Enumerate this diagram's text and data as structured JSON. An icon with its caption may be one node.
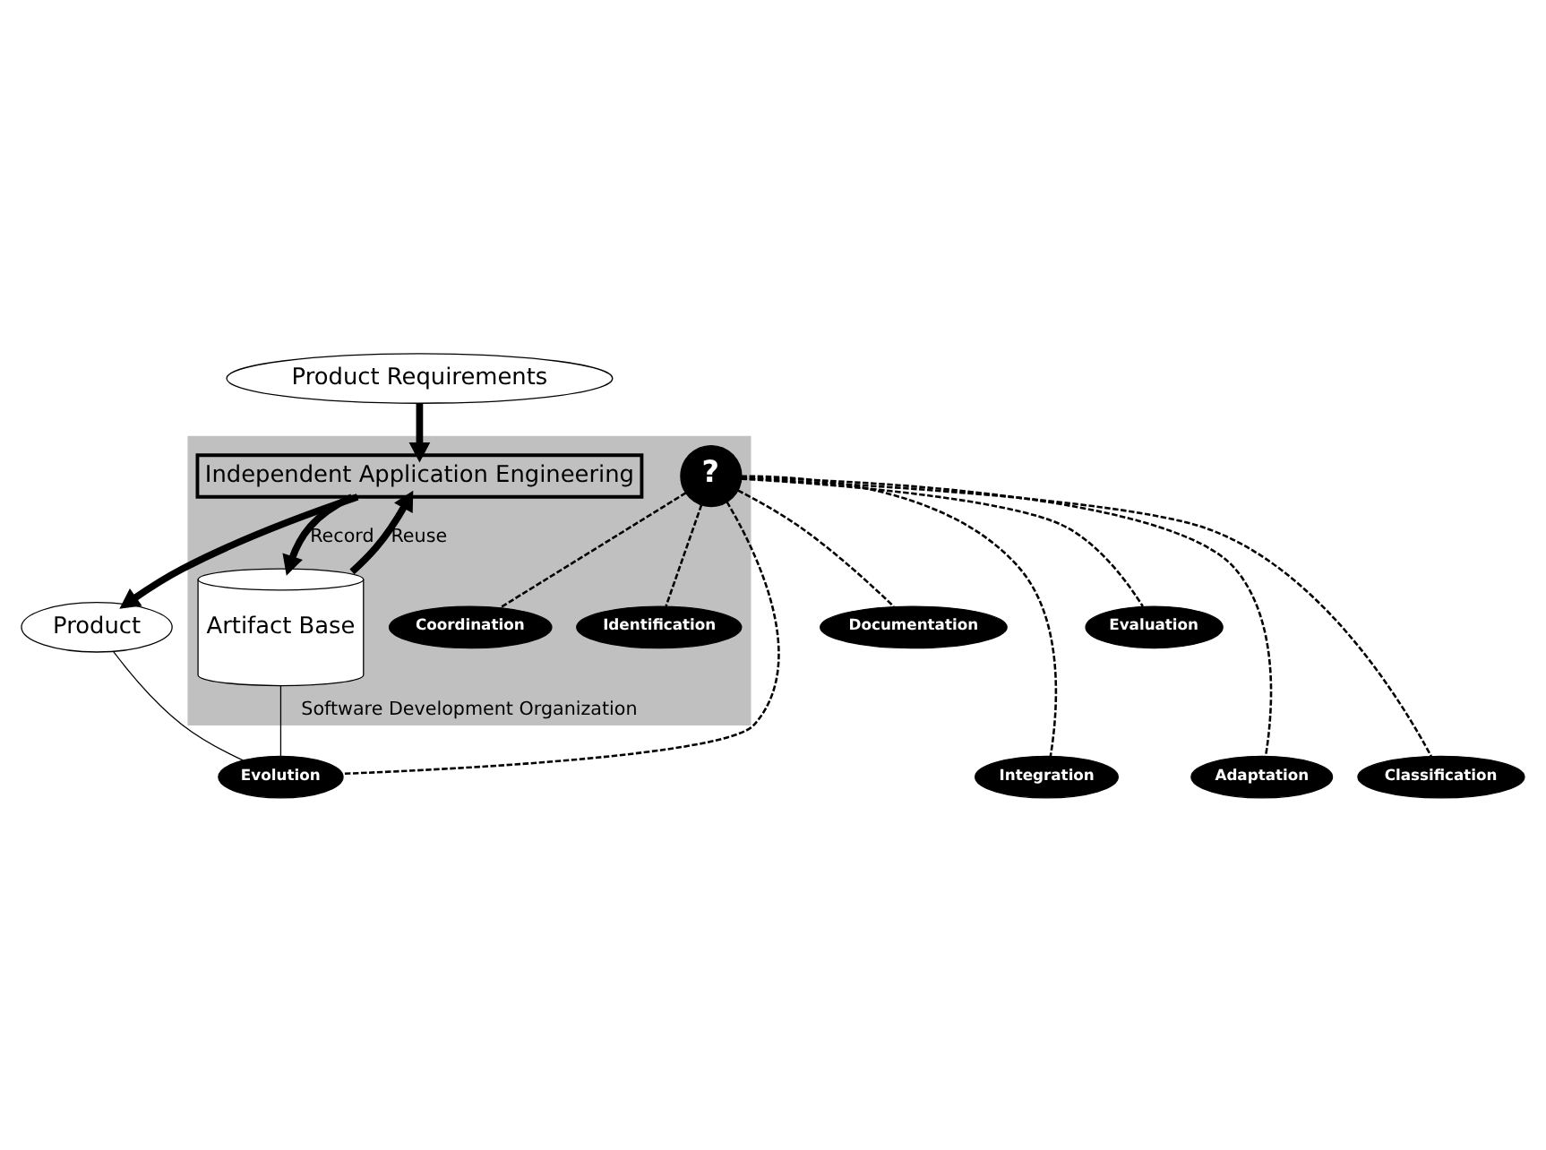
{
  "diagram": {
    "nodes": [
      {
        "text": [
          "Software Development Organization"
        ]
      },
      {
        "text": [
          "Product Requirements"
        ]
      },
      {
        "text": [
          "Independent Application Engineering"
        ],
        "in": 0
      },
      {
        "text": [
          "Product"
        ]
      },
      {
        "text": [
          "?"
        ],
        "in": 0
      },
      {
        "text": [
          "Artifact Base"
        ],
        "in": 0
      },
      {
        "text": [
          "Coordination"
        ],
        "in": 0
      },
      {
        "text": [
          "Integration"
        ]
      },
      {
        "text": [
          "Documentation"
        ]
      },
      {
        "text": [
          "Adaptation"
        ]
      },
      {
        "text": [
          "Evaluation"
        ]
      },
      {
        "text": [
          "Classification"
        ]
      },
      {
        "text": [
          "Identification"
        ],
        "in": 0
      },
      {
        "text": [
          "Evolution"
        ]
      }
    ],
    "edges": [
      {
        "from": 1,
        "to": 2,
        "arrow": "to",
        "style": "thick"
      },
      {
        "from": 2,
        "to": 3,
        "arrow": "to",
        "style": "thick"
      },
      {
        "from": 2,
        "to": 5,
        "label": "Record",
        "arrow": "to",
        "style": "thick"
      },
      {
        "from": 5,
        "to": 2,
        "label": "Reuse",
        "arrow": "to",
        "style": "thick"
      },
      {
        "from": 4,
        "to": 6,
        "arrow": "none",
        "style": "dashed"
      },
      {
        "from": 4,
        "to": 7,
        "arrow": "none",
        "style": "dashed"
      },
      {
        "from": 4,
        "to": 8,
        "arrow": "none",
        "style": "dashed"
      },
      {
        "from": 4,
        "to": 9,
        "arrow": "none",
        "style": "dashed"
      },
      {
        "from": 4,
        "to": 10,
        "arrow": "none",
        "style": "dashed"
      },
      {
        "from": 4,
        "to": 11,
        "arrow": "none",
        "style": "dashed"
      },
      {
        "from": 4,
        "to": 12,
        "arrow": "none",
        "style": "dashed"
      },
      {
        "from": 4,
        "to": 13,
        "arrow": "none",
        "style": "dashed"
      },
      {
        "from": 3,
        "to": 13,
        "arrow": "none"
      },
      {
        "from": 5,
        "to": 13,
        "arrow": "none"
      }
    ]
  }
}
